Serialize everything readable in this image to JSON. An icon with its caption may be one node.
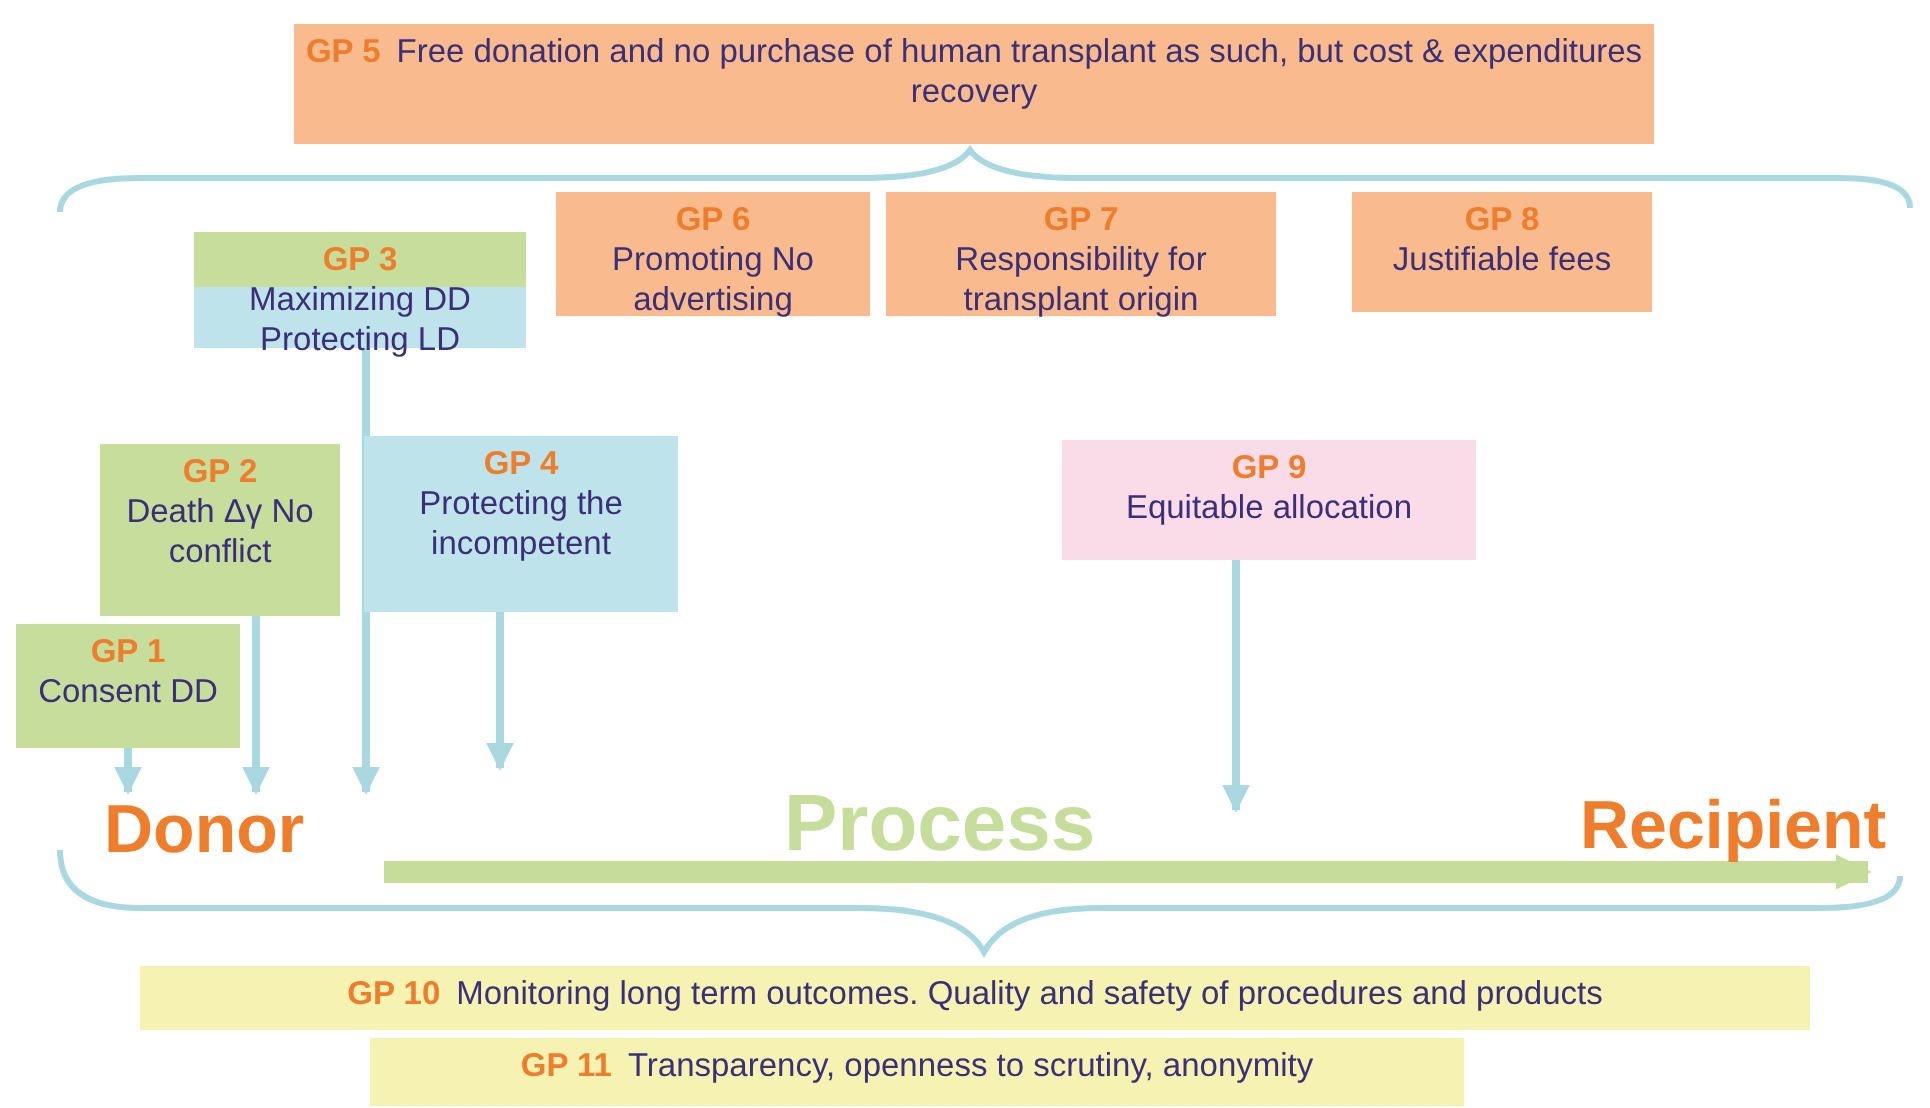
{
  "diagram": {
    "nodes": [
      {
        "text": [
          "GP 5",
          "Free donation and no purchase of human transplant as such, but cost & expenditures recovery"
        ]
      },
      {
        "text": [
          "GP 6",
          "Promoting No advertising"
        ]
      },
      {
        "text": [
          "GP 7",
          "Responsibility for transplant origin"
        ]
      },
      {
        "text": [
          "GP 8",
          "Justifiable fees"
        ]
      },
      {
        "text": [
          "GP 3",
          "Maximizing DD",
          "Protecting LD"
        ]
      },
      {
        "text": [
          "GP 2",
          "Death Δγ No conflict"
        ]
      },
      {
        "text": [
          "GP 4",
          "Protecting the incompetent"
        ]
      },
      {
        "text": [
          "GP 9",
          "Equitable allocation"
        ]
      },
      {
        "text": [
          "GP 1",
          "Consent DD"
        ]
      },
      {
        "text": [
          "Donor"
        ]
      },
      {
        "text": [
          "Process"
        ]
      },
      {
        "text": [
          "Recipient"
        ]
      },
      {
        "text": [
          "GP 10",
          "Monitoring long term outcomes. Quality and safety of procedures and products"
        ]
      },
      {
        "text": [
          "GP 11",
          "Transparency, openness to scrutiny, anonymity"
        ]
      }
    ],
    "edges": [
      {
        "from": 8,
        "to": 9,
        "arrow": "to"
      },
      {
        "from": 5,
        "to": 9,
        "arrow": "to"
      },
      {
        "from": 4,
        "to": 9,
        "arrow": "to"
      },
      {
        "from": 6,
        "to": null,
        "arrow": "to"
      },
      {
        "from": 7,
        "to": null,
        "arrow": "to"
      },
      {
        "from": 9,
        "to": 11,
        "arrow": "to",
        "style": "thick",
        "color": "#c5dc9a"
      }
    ]
  }
}
